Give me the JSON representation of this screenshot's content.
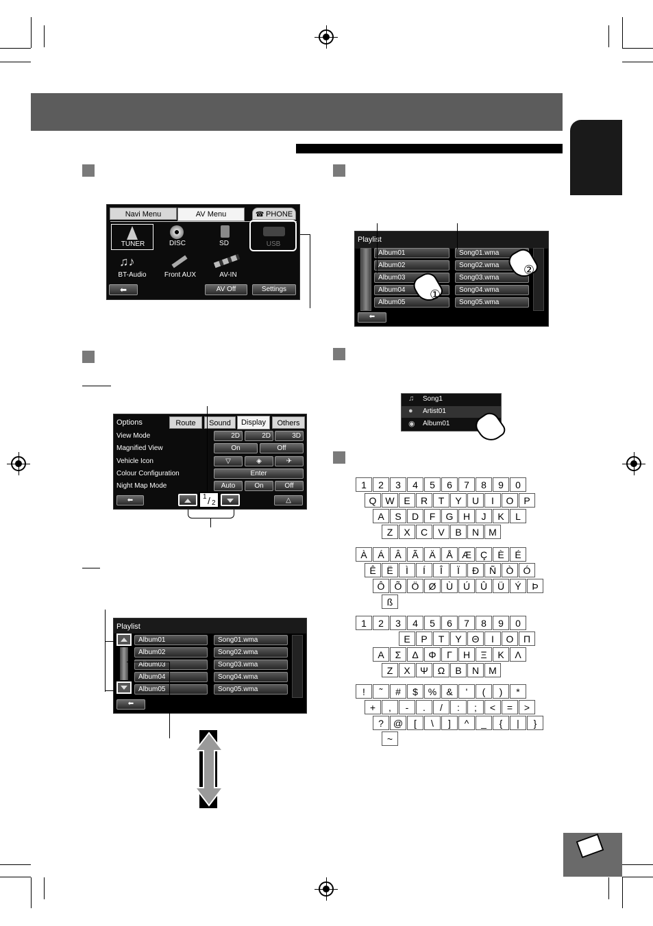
{
  "av_menu_screen": {
    "tabs": [
      "Navi Menu",
      "AV Menu",
      "PHONE"
    ],
    "sources": [
      "TUNER",
      "DISC",
      "SD",
      "USB",
      "BT-Audio",
      "Front AUX",
      "AV-IN"
    ],
    "av_off": "AV Off",
    "settings": "Settings"
  },
  "options_screen": {
    "title": "Options",
    "tabs": [
      "Route",
      "Sound",
      "Display",
      "Others"
    ],
    "rows": [
      "View Mode",
      "Magnified View",
      "Vehicle Icon",
      "Colour Configuration",
      "Night Map Mode"
    ],
    "view_modes": [
      "2D",
      "2D",
      "3D"
    ],
    "magnified": [
      "On",
      "Off"
    ],
    "colour": "Enter",
    "night": [
      "Auto",
      "On",
      "Off"
    ],
    "page_num": "1",
    "page_den": "2"
  },
  "playlist_top": {
    "title": "Playlist",
    "albums": [
      "Album01",
      "Album02",
      "Album03",
      "Album04",
      "Album05"
    ],
    "songs": [
      "Song01.wma",
      "Song02.wma",
      "Song03.wma",
      "Song04.wma",
      "Song05.wma"
    ],
    "mark1": "①",
    "mark2": "②"
  },
  "playlist_bottom": {
    "title": "Playlist",
    "albums": [
      "Album01",
      "Album02",
      "Album03",
      "Album04",
      "Album05"
    ],
    "songs": [
      "Song01.wma",
      "Song02.wma",
      "Song03.wma",
      "Song04.wma",
      "Song05.wma"
    ]
  },
  "info_panel": {
    "items": [
      "Song1",
      "Artist01",
      "Album01"
    ]
  },
  "keyboards": [
    [
      [
        "1",
        "2",
        "3",
        "4",
        "5",
        "6",
        "7",
        "8",
        "9",
        "0"
      ],
      [
        "Q",
        "W",
        "E",
        "R",
        "T",
        "Y",
        "U",
        "I",
        "O",
        "P"
      ],
      [
        "A",
        "S",
        "D",
        "F",
        "G",
        "H",
        "J",
        "K",
        "L"
      ],
      [
        "Z",
        "X",
        "C",
        "V",
        "B",
        "N",
        "M"
      ]
    ],
    [
      [
        "À",
        "Á",
        "Â",
        "Ã",
        "Ä",
        "Å",
        "Æ",
        "Ç",
        "È",
        "É"
      ],
      [
        "Ê",
        "Ë",
        "Ì",
        "Í",
        "Î",
        "Ï",
        "Ð",
        "Ñ",
        "Ò",
        "Ó"
      ],
      [
        "Ô",
        "Õ",
        "Ö",
        "Ø",
        "Ù",
        "Ú",
        "Û",
        "Ü",
        "Ý",
        "Þ"
      ],
      [
        "ß"
      ]
    ],
    [
      [
        "1",
        "2",
        "3",
        "4",
        "5",
        "6",
        "7",
        "8",
        "9",
        "0"
      ],
      [
        "Ε",
        "Ρ",
        "Τ",
        "Υ",
        "Θ",
        "Ι",
        "Ο",
        "Π"
      ],
      [
        "Α",
        "Σ",
        "Δ",
        "Φ",
        "Γ",
        "Η",
        "Ξ",
        "Κ",
        "Λ"
      ],
      [
        "Ζ",
        "Χ",
        "Ψ",
        "Ω",
        "Β",
        "Ν",
        "Μ"
      ]
    ],
    [
      [
        "!",
        "˜",
        "#",
        "$",
        "%",
        "&",
        "'",
        "(",
        ")",
        "*"
      ],
      [
        "+",
        ",",
        "-",
        ".",
        "/",
        ":",
        ";",
        "<",
        "=",
        ">"
      ],
      [
        "?",
        "@",
        "[",
        "\\",
        "]",
        "^",
        "_",
        "{",
        "|",
        "}"
      ],
      [
        "~"
      ]
    ]
  ]
}
